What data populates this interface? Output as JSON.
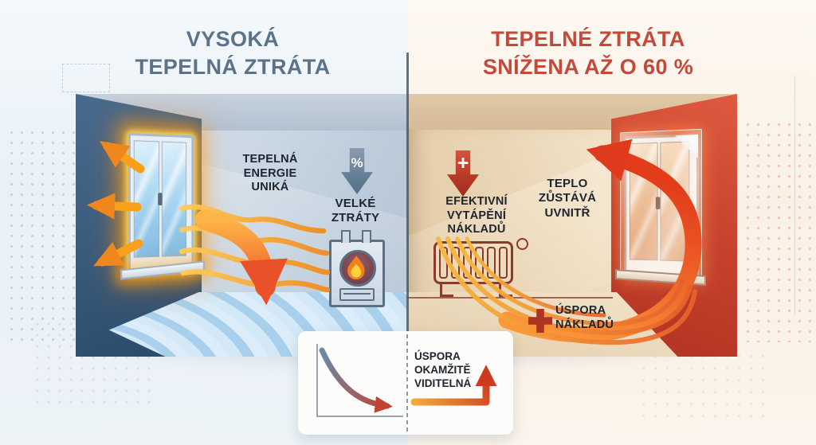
{
  "left_panel": {
    "title_line1": "VYSOKÁ",
    "title_line2": "TEPELNÁ ZTRÁTA",
    "energy_escape_label": "TEPELNÁ ENERGIE UNIKÁ",
    "percent_badge": "%",
    "big_losses_label": "VELKÉ ZTRÁTY"
  },
  "right_panel": {
    "title_line1": "TEPELNÉ ZTRÁTA",
    "title_line2": "SNÍŽENA AŽ O 60 %",
    "plus_badge": "+",
    "efficient_heating_label": "EFEKTIVNÍ VYTÁPĚNÍ NÁKLADŮ",
    "heat_stays_label": "TEPLO ZŮSTÁVÁ UVNITŘ",
    "cost_savings_label": "ÚSPORA NÁKLADŮ"
  },
  "bottom_chart": {
    "label": "ÚSPORA OKAMŽITĚ VIDITELNÁ"
  },
  "colors": {
    "left_title": "#5b7389",
    "right_title": "#c2493c",
    "left_wall_blue": "#3a5d80",
    "right_wall_red": "#cc4531",
    "heat_orange": "#f59e1e",
    "alert_red": "#b93a28",
    "slate_arrow": "#657e95",
    "radiator_outline": "#8a3b2a",
    "text_dark": "#1e242e"
  }
}
